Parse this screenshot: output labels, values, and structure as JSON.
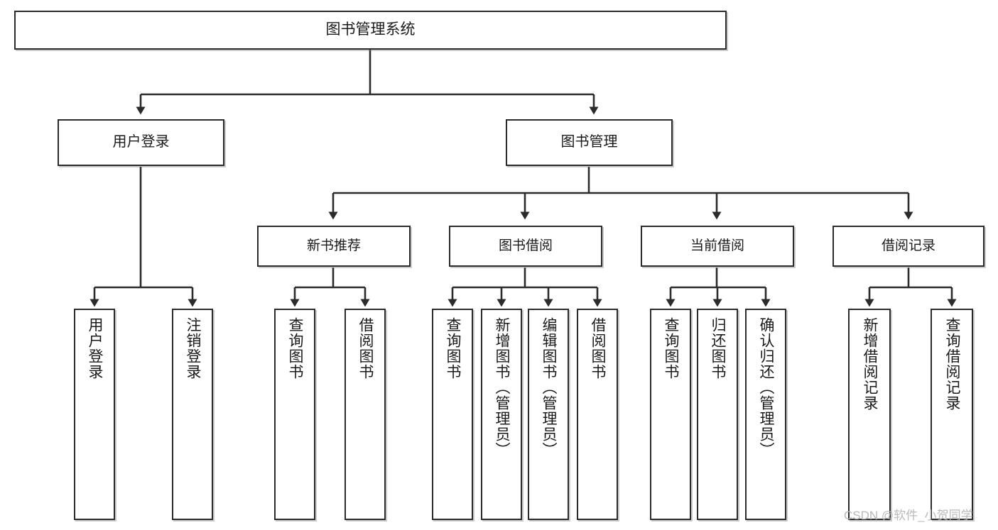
{
  "diagram": {
    "type": "tree-hierarchy-chart",
    "title": "图书管理系统",
    "watermark": "CSDN @软件_小贺同学",
    "line_color": "#2b2b2b",
    "box_fill": "#ffffff",
    "text_color": "#1a1a1a"
  },
  "nodes": {
    "root": {
      "label": "图书管理系统"
    },
    "level2": [
      {
        "id": "user-login",
        "label": "用户登录"
      },
      {
        "id": "book-manage",
        "label": "图书管理"
      }
    ],
    "level3": [
      {
        "id": "new-book-recommend",
        "label": "新书推荐"
      },
      {
        "id": "book-borrow",
        "label": "图书借阅"
      },
      {
        "id": "current-borrow",
        "label": "当前借阅"
      },
      {
        "id": "borrow-record",
        "label": "借阅记录"
      }
    ],
    "leaves": {
      "user-login": [
        {
          "id": "leaf-user-login",
          "label": "用户登录"
        },
        {
          "id": "leaf-logout-login",
          "label": "注销登录"
        }
      ],
      "new-book-recommend": [
        {
          "id": "leaf-query-book-1",
          "label": "查询图书"
        },
        {
          "id": "leaf-borrow-book-1",
          "label": "借阅图书"
        }
      ],
      "book-borrow": [
        {
          "id": "leaf-query-book-2",
          "label": "查询图书"
        },
        {
          "id": "leaf-add-book",
          "label": "新增图书（管理员）"
        },
        {
          "id": "leaf-edit-book",
          "label": "编辑图书（管理员）"
        },
        {
          "id": "leaf-borrow-book-2",
          "label": "借阅图书"
        }
      ],
      "current-borrow": [
        {
          "id": "leaf-query-book-3",
          "label": "查询图书"
        },
        {
          "id": "leaf-return-book",
          "label": "归还图书"
        },
        {
          "id": "leaf-confirm-return",
          "label": "确认归还（管理员）"
        }
      ],
      "borrow-record": [
        {
          "id": "leaf-add-record",
          "label": "新增借阅记录"
        },
        {
          "id": "leaf-query-record",
          "label": "查询借阅记录"
        }
      ]
    }
  }
}
